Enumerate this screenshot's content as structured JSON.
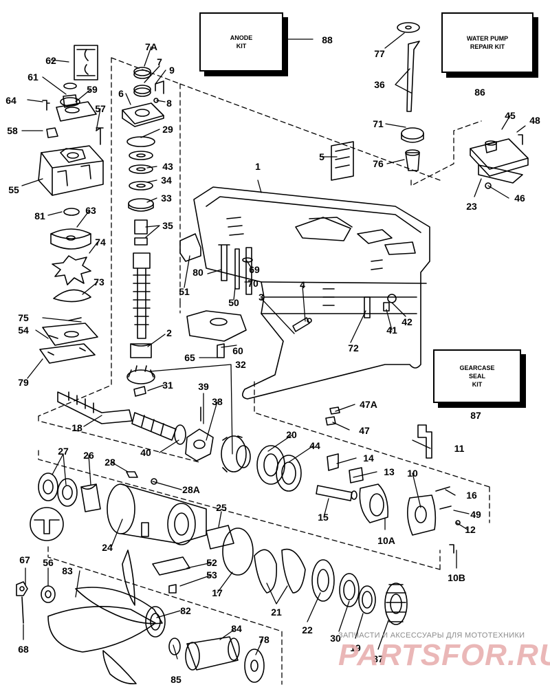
{
  "kits": {
    "anode": [
      "ANODE",
      "KIT"
    ],
    "water_pump": [
      "WATER PUMP",
      "REPAIR KIT"
    ],
    "gearcase_seal": [
      "GEARCASE",
      "SEAL",
      "KIT"
    ]
  },
  "labels": [
    "1",
    "2",
    "3",
    "4",
    "5",
    "6",
    "7",
    "7A",
    "8",
    "9",
    "10",
    "10A",
    "10B",
    "11",
    "12",
    "13",
    "14",
    "15",
    "16",
    "17",
    "18",
    "19",
    "20",
    "21",
    "22",
    "23",
    "24",
    "25",
    "26",
    "27",
    "28",
    "28A",
    "29",
    "30",
    "31",
    "32",
    "33",
    "34",
    "35",
    "36",
    "37",
    "38",
    "39",
    "40",
    "41",
    "42",
    "43",
    "44",
    "45",
    "46",
    "47",
    "47A",
    "48",
    "49",
    "50",
    "51",
    "52",
    "53",
    "54",
    "55",
    "56",
    "57",
    "58",
    "59",
    "60",
    "61",
    "62",
    "63",
    "64",
    "65",
    "67",
    "68",
    "69",
    "70",
    "71",
    "72",
    "73",
    "74",
    "75",
    "76",
    "77",
    "78",
    "79",
    "80",
    "81",
    "82",
    "83",
    "84",
    "85",
    "86",
    "87",
    "88"
  ],
  "watermark": {
    "tagline": "ЗАПЧАСТИ И АКСЕССУАРЫ ДЛЯ МОТОТЕХНИКИ",
    "brand": "PARTSFOR.RU"
  },
  "colors": {
    "ink": "#000000",
    "paper": "#ffffff",
    "watermark": "#e8b0b0"
  }
}
